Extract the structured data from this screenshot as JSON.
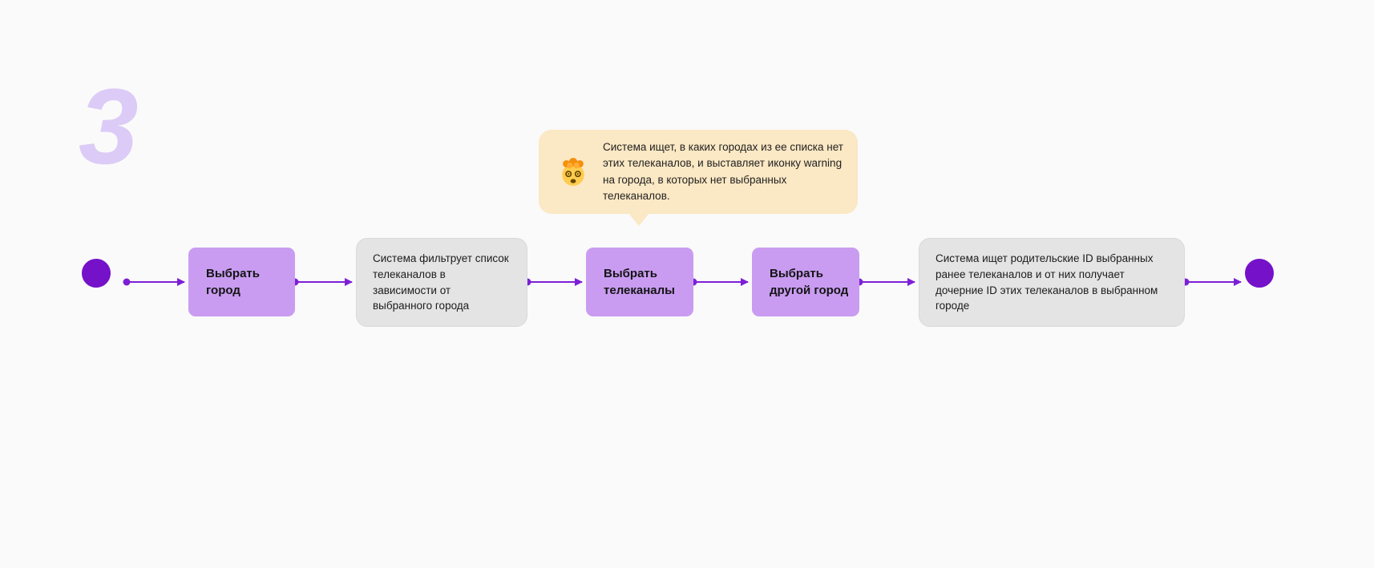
{
  "step": {
    "number": "3"
  },
  "annotation": {
    "icon": "exploding-head-emoji",
    "text": "Система ищет, в каких городах из ее списка нет этих телеканалов, и выставляет иконку warning на города, в которых нет выбранных телеканалов."
  },
  "flow": {
    "nodes": [
      {
        "id": "start",
        "type": "start-terminator",
        "label": ""
      },
      {
        "id": "select-city",
        "type": "action",
        "label": "Выбрать\nгород"
      },
      {
        "id": "filter-channels",
        "type": "system",
        "label": "Система фильтрует список телеканалов в зависимости от выбранного города"
      },
      {
        "id": "select-channels",
        "type": "action",
        "label": "Выбрать\nтелеканалы"
      },
      {
        "id": "select-other-city",
        "type": "action",
        "label": "Выбрать\nдругой город"
      },
      {
        "id": "lookup-ids",
        "type": "system",
        "label": "Система ищет родительские ID выбранных ранее телеканалов и от них получает дочерние ID этих телеканалов в выбранном городе"
      },
      {
        "id": "end",
        "type": "end-terminator",
        "label": ""
      }
    ]
  },
  "colors": {
    "canvas_bg": "#FAFAFA",
    "accent": "#7D1FD6",
    "terminator_color": "#7411C9",
    "action_fill": "#C99CF1",
    "system_fill": "#E4E4E5",
    "tooltip_fill": "#FBE8C4",
    "step_number_color": "#DBCBF6"
  }
}
